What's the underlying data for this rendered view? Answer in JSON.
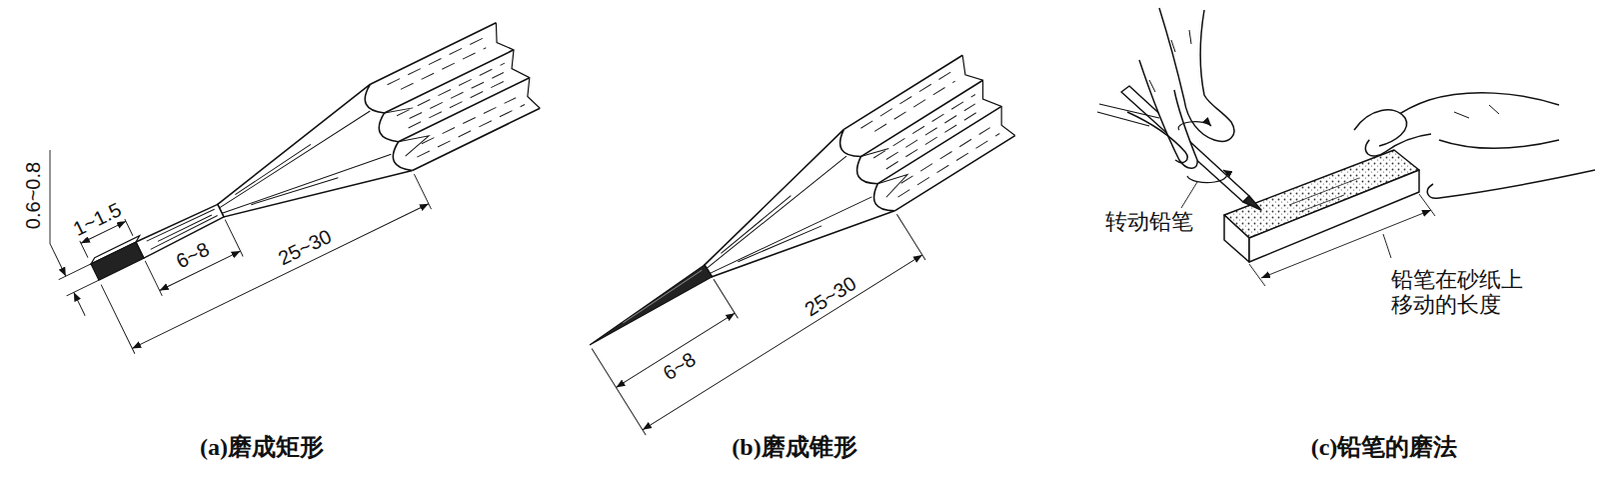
{
  "diagram": {
    "labels": [
      "0.6~0.8",
      "6~8",
      "25~30",
      "1~1.5",
      "6~8",
      "25~30",
      "转动铅笔",
      "铅笔在砂纸上移动的长度",
      "(a)磨成矩形",
      "(b)磨成锥形",
      "(c)铅笔的磨法"
    ]
  }
}
